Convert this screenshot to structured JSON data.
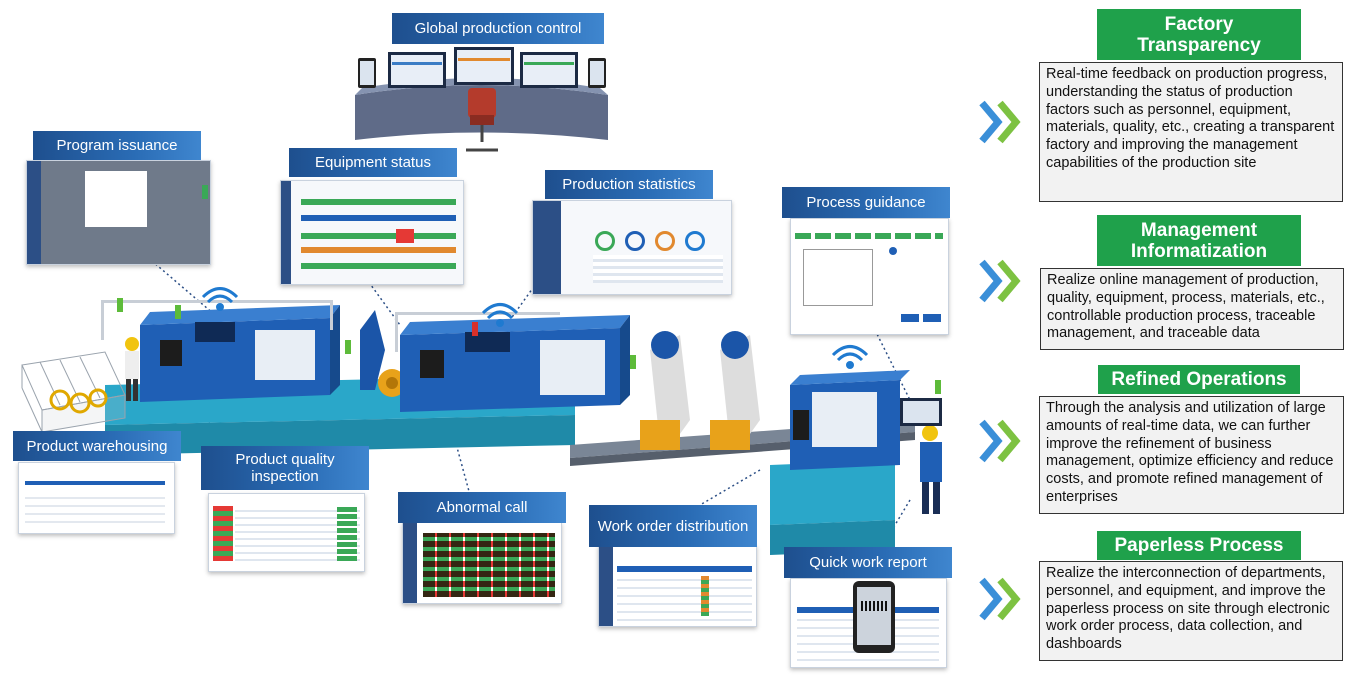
{
  "callouts": {
    "global_control": "Global production control",
    "program_issuance": "Program issuance",
    "equipment_status": "Equipment status",
    "production_statistics": "Production statistics",
    "process_guidance": "Process guidance",
    "product_warehousing": "Product warehousing",
    "quality_inspection": "Product quality inspection",
    "abnormal_call": "Abnormal call",
    "work_order_distribution": "Work order distribution",
    "quick_work_report": "Quick work report"
  },
  "panels": [
    {
      "title": "Factory Transparency",
      "text": "Real-time feedback on production progress, understanding the status of production factors such as personnel, equipment, materials, quality, etc., creating a transparent factory and improving the management capabilities of the production site"
    },
    {
      "title": "Management Informatization",
      "text": "Realize online management of production, quality, equipment, process, materials, etc., controllable production process, traceable management, and traceable data"
    },
    {
      "title": "Refined Operations",
      "text": "Through the analysis and utilization of large amounts of real-time data, we can further improve the refinement of business management, optimize efficiency and reduce costs, and promote refined management of enterprises"
    },
    {
      "title": "Paperless Process",
      "text": "Realize the interconnection of departments, personnel, and equipment, and improve the paperless process on site through electronic work order process, data collection, and dashboards"
    }
  ],
  "colors": {
    "label_blue": "#1e4f8e",
    "panel_green": "#1fa14b",
    "chevron_blue": "#3a8fd8",
    "chevron_green": "#7dc242",
    "machine_blue": "#1f5fb5",
    "floor_cyan": "#2aa7c9"
  },
  "icons": [
    "wifi-icon",
    "chevron-right-icon",
    "status-light-icon",
    "robot-arm-icon",
    "worker-icon",
    "tablet-icon"
  ]
}
